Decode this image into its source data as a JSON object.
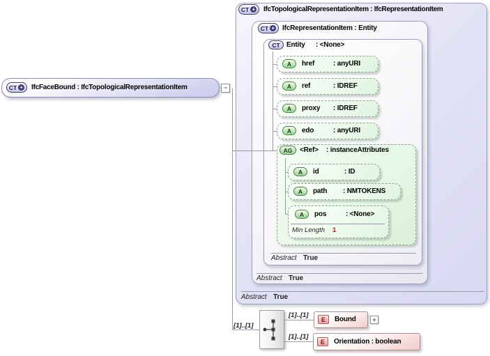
{
  "colors": {
    "complex_type_fill": "#d9d8f2",
    "attribute_fill": "#e0f4e0",
    "element_fill": "#f3caca",
    "icon_ct_fill": "#c3c3ea",
    "icon_a_fill": "#9ed49e",
    "icon_e_fill": "#eda6a6",
    "facet_value_color": "#cc1111",
    "connector_color": "#9898ac"
  },
  "root_box": {
    "icon_text": "CT",
    "plus_glyph": "+",
    "label": "IfcFaceBound : IfcTopologicalRepresentationItem",
    "collapse_glyph": "−"
  },
  "outer_box": {
    "icon_text": "CT",
    "plus_glyph": "+",
    "label": "IfcTopologicalRepresentationItem : IfcRepresentationItem",
    "abstract_label": "Abstract",
    "abstract_value": "True"
  },
  "mid_box": {
    "icon_text": "CT",
    "plus_glyph": "+",
    "label": "IfcRepresentationItem : Entity",
    "abstract_label": "Abstract",
    "abstract_value": "True"
  },
  "entity_box": {
    "icon_text": "CT",
    "name": "Entity",
    "type": ": <None>",
    "abstract_label": "Abstract",
    "abstract_value": "True"
  },
  "attributes": [
    {
      "icon_text": "A",
      "name": "href",
      "type": ": anyURI"
    },
    {
      "icon_text": "A",
      "name": "ref",
      "type": ": IDREF"
    },
    {
      "icon_text": "A",
      "name": "proxy",
      "type": ": IDREF"
    },
    {
      "icon_text": "A",
      "name": "edo",
      "type": ": anyURI"
    }
  ],
  "attribute_group": {
    "icon_text": "AG",
    "name": "<Ref>",
    "type": ": instanceAttributes",
    "attributes": [
      {
        "icon_text": "A",
        "name": "id",
        "type": ": ID"
      },
      {
        "icon_text": "A",
        "name": "path",
        "type": ": NMTOKENS"
      },
      {
        "icon_text": "A",
        "name": "pos",
        "type": ": <None>",
        "facet_label": "Min Length",
        "facet_value": "1"
      }
    ]
  },
  "content_model": {
    "occurrence": "[1]..[1]",
    "elements": [
      {
        "icon_text": "E",
        "label": "Bound",
        "occurrence": "[1]..[1]",
        "expand_glyph": "+"
      },
      {
        "icon_text": "E",
        "label": "Orientation : boolean",
        "occurrence": "[1]..[1]"
      }
    ]
  }
}
